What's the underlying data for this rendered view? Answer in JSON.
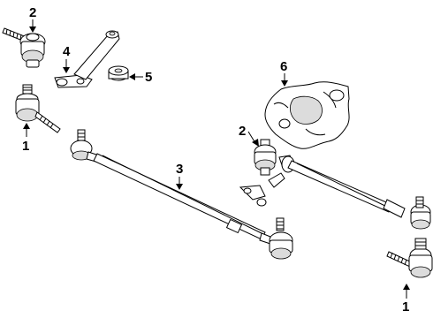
{
  "callouts": {
    "c1_left": "1",
    "c2_left": "2",
    "c4": "4",
    "c5": "5",
    "c3": "3",
    "c6": "6",
    "c2_right": "2",
    "c1_right": "1"
  }
}
